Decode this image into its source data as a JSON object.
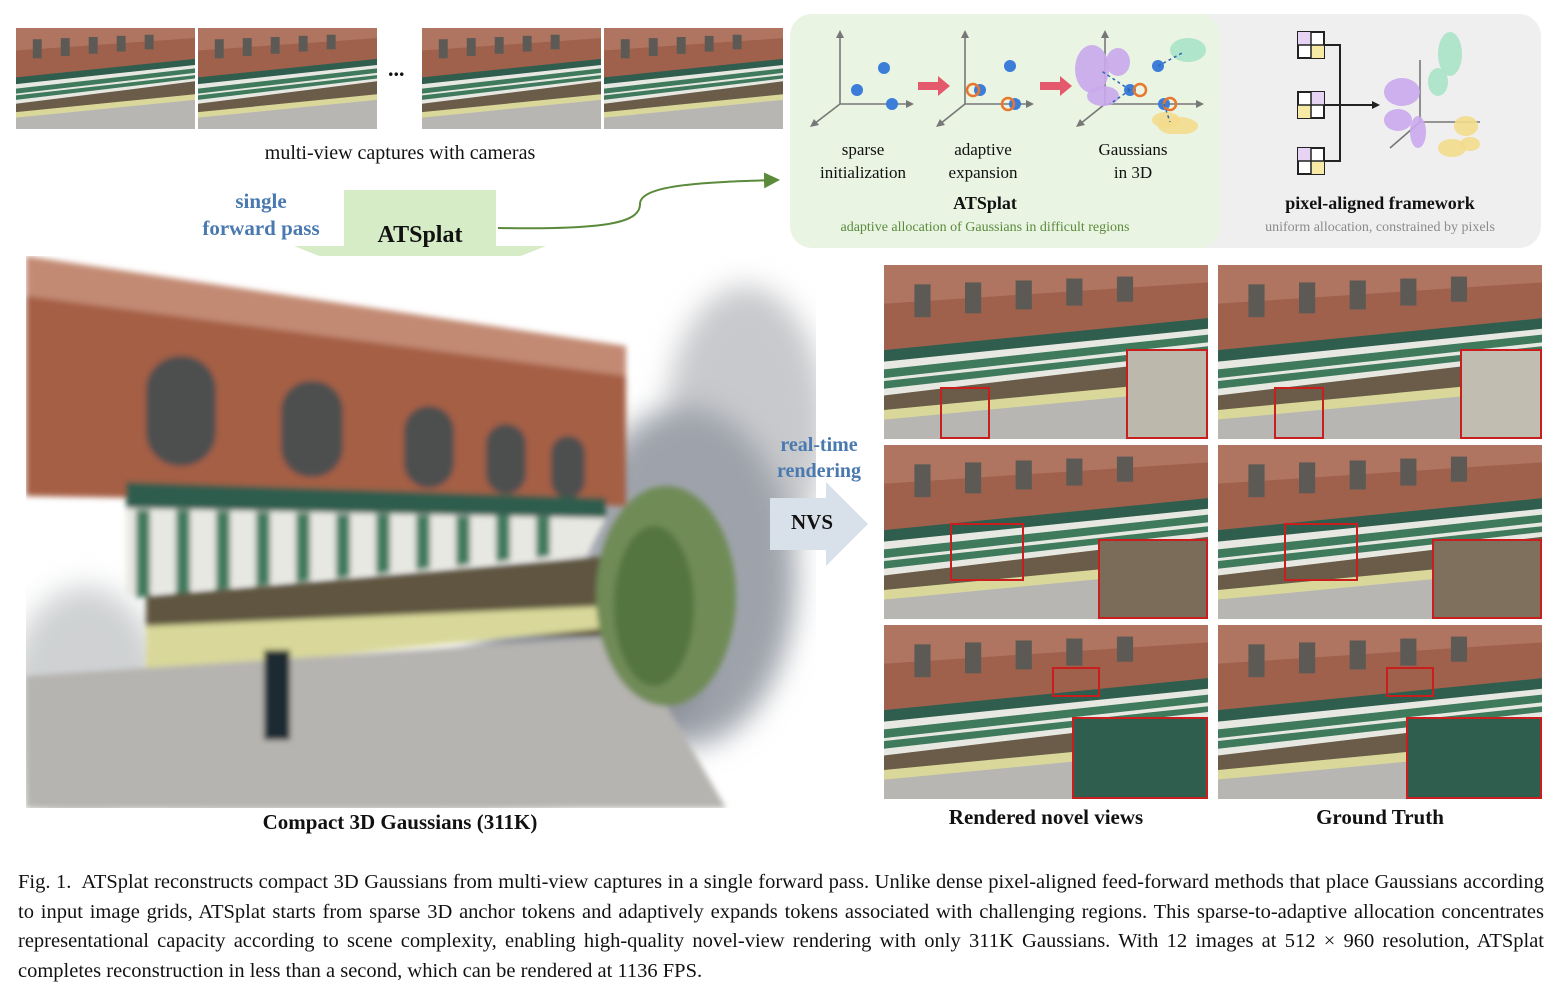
{
  "top": {
    "ellipsis": "...",
    "captures_label": "multi-view captures with cameras"
  },
  "pipeline": {
    "single_pass_line1": "single",
    "single_pass_line2": "forward pass",
    "method": "ATSplat",
    "realtime_line1": "real-time",
    "realtime_line2": "rendering",
    "nvs": "NVS"
  },
  "atsplat_panel": {
    "step1_line1": "sparse",
    "step1_line2": "initialization",
    "step2_line1": "adaptive",
    "step2_line2": "expansion",
    "step3_line1": "Gaussians",
    "step3_line2": "in 3D",
    "title": "ATSplat",
    "subtitle": "adaptive allocation of Gaussians in difficult regions"
  },
  "pixel_panel": {
    "title": "pixel-aligned framework",
    "subtitle": "uniform allocation, constrained by pixels"
  },
  "labels": {
    "compact": "Compact 3D Gaussians (311K)",
    "rendered": "Rendered novel views",
    "ground_truth": "Ground Truth"
  },
  "caption": {
    "prefix": "Fig. 1.",
    "text": "ATSplat reconstructs compact 3D Gaussians from multi-view captures in a single forward pass. Unlike dense pixel-aligned feed-forward methods that place Gaussians according to input image grids, ATSplat starts from sparse 3D anchor tokens and adaptively expands tokens associated with challenging regions. This sparse-to-adaptive allocation concentrates representational capacity according to scene complexity, enabling high-quality novel-view rendering with only 311K Gaussians. With 12 images at 512 × 960 resolution, ATSplat completes reconstruction in less than a second, which can be rendered at 1136 FPS."
  },
  "colors": {
    "blue_text": "#4a79b0",
    "green_text": "#5a8a3a",
    "green_panel": "#e9f4e3",
    "grey_panel": "#efefef",
    "arrow_green": "#d6ecc6",
    "arrow_grey": "#d8e1ea",
    "highlight_red": "#c81e1e",
    "gaussian_blue": "#3b7dd8",
    "gaussian_orange": "#e8772e",
    "gaussian_purple": "#c9a8ec",
    "gaussian_teal": "#a9e3c6",
    "gaussian_yellow": "#f3dc8c"
  }
}
